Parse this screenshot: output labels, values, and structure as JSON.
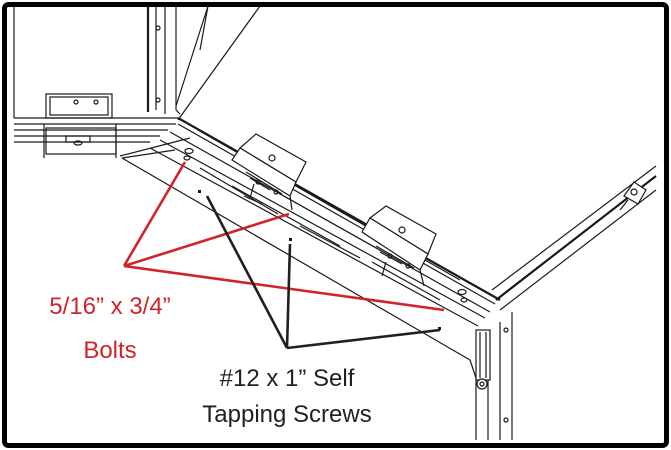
{
  "figure": {
    "bolts_label": [
      "5/16” x 3/4”",
      "Bolts"
    ],
    "screws_label": [
      "#12 x 1” Self",
      "Tapping Screws"
    ],
    "colors": {
      "frame": "#000000",
      "bolts_callout": "#d2232a",
      "screws_callout": "#231f20",
      "linework": "#1a1a1a"
    }
  }
}
